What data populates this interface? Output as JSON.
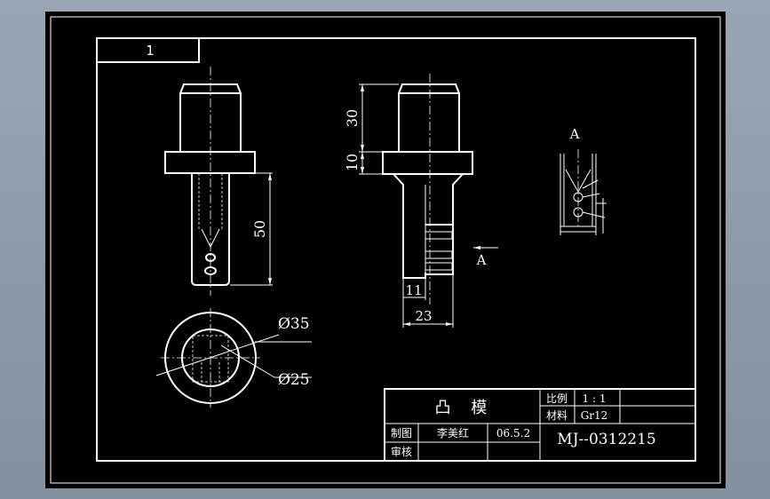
{
  "sheet": {
    "number": "1"
  },
  "views": {
    "front": {
      "dim_length": "50"
    },
    "side": {
      "dim_top": "30",
      "dim_flange": "10",
      "dim_tip": "11",
      "dim_width": "23",
      "section_mark": "A"
    },
    "bottom": {
      "dia_outer": "Ø35",
      "dia_inner": "Ø25"
    },
    "detail": {
      "title": "A"
    }
  },
  "title_block": {
    "part_name": "凸    模",
    "scale_label": "比例",
    "scale_value": "1 : 1",
    "material_label": "材料",
    "material_value": "Gr12",
    "drawn_label": "制图",
    "drawn_by": "李美红",
    "drawn_date": "06.5.2",
    "checked_label": "审核",
    "drawing_number": "MJ--0312215"
  },
  "colors": {
    "background": "#000000",
    "lines": "#ffffff",
    "window": "#8e9aaa"
  }
}
